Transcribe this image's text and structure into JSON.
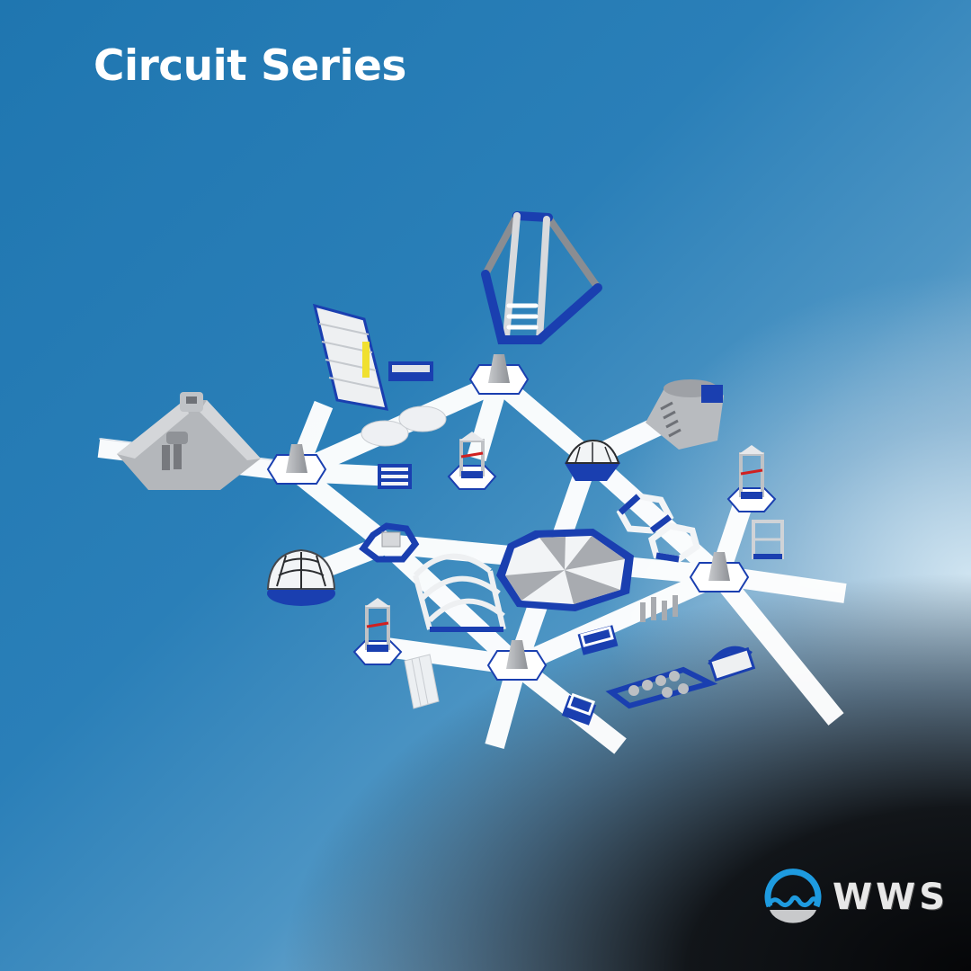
{
  "header": {
    "title": "Circuit Series"
  },
  "brand": {
    "logo_text": "WWS",
    "logo_icon": "wave-circle-icon"
  },
  "colors": {
    "background_blue": "#1f76b0",
    "highlight": "#a9c7dc",
    "dark_corner": "#0a0c0f",
    "inflatable_blue": "#1a3fb0",
    "inflatable_white": "#f2f4f6",
    "inflatable_grey": "#a8abb0",
    "accent_red": "#d02020",
    "accent_yellow": "#f0e030",
    "logo_blue": "#1e9be0"
  },
  "illustration": {
    "subject": "aerial 3D render of inflatable water park circuit layout",
    "elements": [
      "pyramid-climber",
      "tall-a-frame-tower",
      "slide-tower",
      "climbing-volcano",
      "trampoline-octagon",
      "dome-climbers",
      "lookout-towers",
      "connector-hubs",
      "walkway-bridges",
      "arch-tunnel",
      "stepping-pods-run",
      "roller-log"
    ]
  }
}
